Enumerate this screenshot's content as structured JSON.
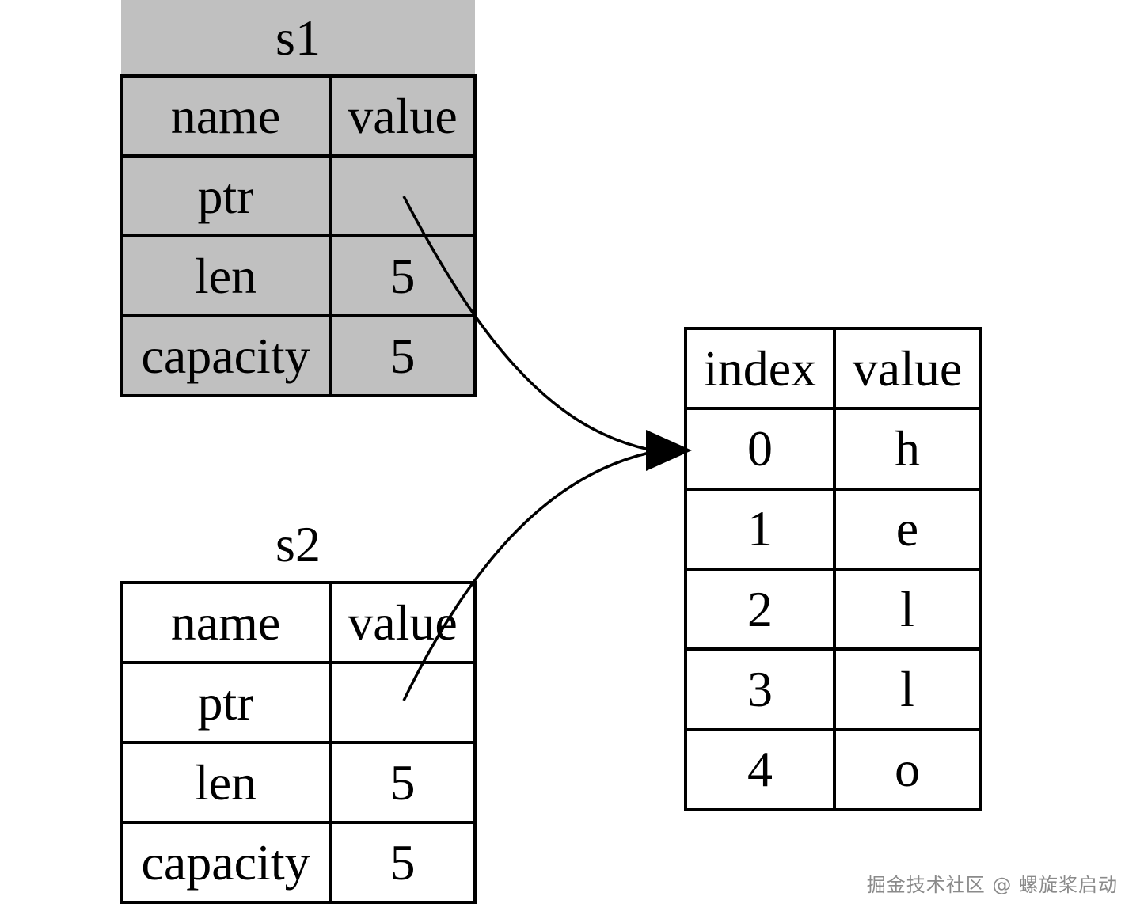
{
  "s1": {
    "title": "s1",
    "headers": [
      "name",
      "value"
    ],
    "rows": [
      {
        "name": "ptr",
        "value": ""
      },
      {
        "name": "len",
        "value": "5"
      },
      {
        "name": "capacity",
        "value": "5"
      }
    ]
  },
  "s2": {
    "title": "s2",
    "headers": [
      "name",
      "value"
    ],
    "rows": [
      {
        "name": "ptr",
        "value": ""
      },
      {
        "name": "len",
        "value": "5"
      },
      {
        "name": "capacity",
        "value": "5"
      }
    ]
  },
  "heap": {
    "headers": [
      "index",
      "value"
    ],
    "rows": [
      {
        "index": "0",
        "value": "h"
      },
      {
        "index": "1",
        "value": "e"
      },
      {
        "index": "2",
        "value": "l"
      },
      {
        "index": "3",
        "value": "l"
      },
      {
        "index": "4",
        "value": "o"
      }
    ]
  },
  "colors": {
    "grey_fill": "#c0c0c0",
    "line": "#000000"
  },
  "watermark": "掘金技术社区 @ 螺旋桨启动"
}
